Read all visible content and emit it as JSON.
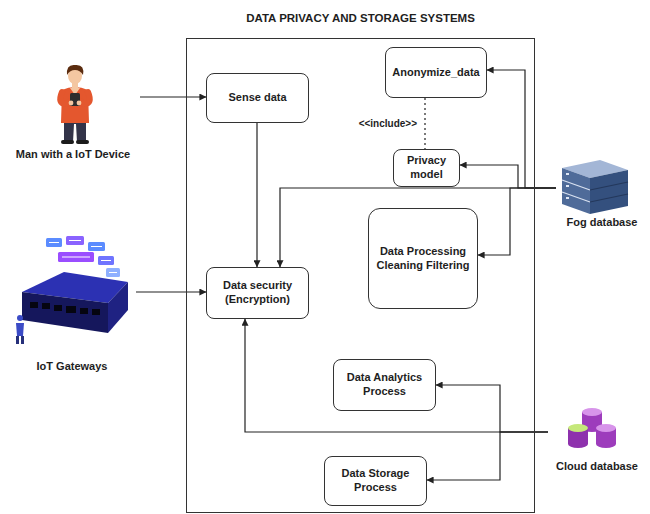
{
  "diagram": {
    "nodes": [
      {
        "text": [
          "DATA PRIVACY AND STORAGE SYSTEMS"
        ]
      },
      {
        "text": [
          "Man with a IoT Device"
        ]
      },
      {
        "text": [
          "Sense data"
        ],
        "in": 0
      },
      {
        "text": [
          "Anonymize_data"
        ],
        "in": 0
      },
      {
        "text": [
          "Privacy model"
        ],
        "in": 0
      },
      {
        "text": [
          "Fog database"
        ]
      },
      {
        "text": [
          "Data Processing Cleaning Filtering"
        ],
        "in": 0
      },
      {
        "text": [
          "IoT Gateways"
        ]
      },
      {
        "text": [
          "Data security (Encryption)"
        ],
        "in": 0
      },
      {
        "text": [
          "Data Analytics Process"
        ],
        "in": 0
      },
      {
        "text": [
          "Cloud database"
        ]
      },
      {
        "text": [
          "Data Storage Process"
        ],
        "in": 0
      }
    ],
    "edges": [
      {
        "from": 1,
        "to": 2,
        "arrow": "to"
      },
      {
        "from": 2,
        "to": 8,
        "arrow": "to"
      },
      {
        "from": 7,
        "to": 8,
        "arrow": "to"
      },
      {
        "from": 3,
        "to": 4,
        "label": "<<include>>",
        "arrow": "none"
      },
      {
        "from": 5,
        "to": 3,
        "arrow": "to"
      },
      {
        "from": 5,
        "to": 4,
        "arrow": "to"
      },
      {
        "from": 5,
        "to": 6,
        "arrow": "to"
      },
      {
        "from": 5,
        "to": 8,
        "arrow": "to"
      },
      {
        "from": 10,
        "to": 9,
        "arrow": "to"
      },
      {
        "from": 10,
        "to": 11,
        "arrow": "to"
      },
      {
        "from": 10,
        "to": 8,
        "arrow": "to"
      }
    ]
  }
}
